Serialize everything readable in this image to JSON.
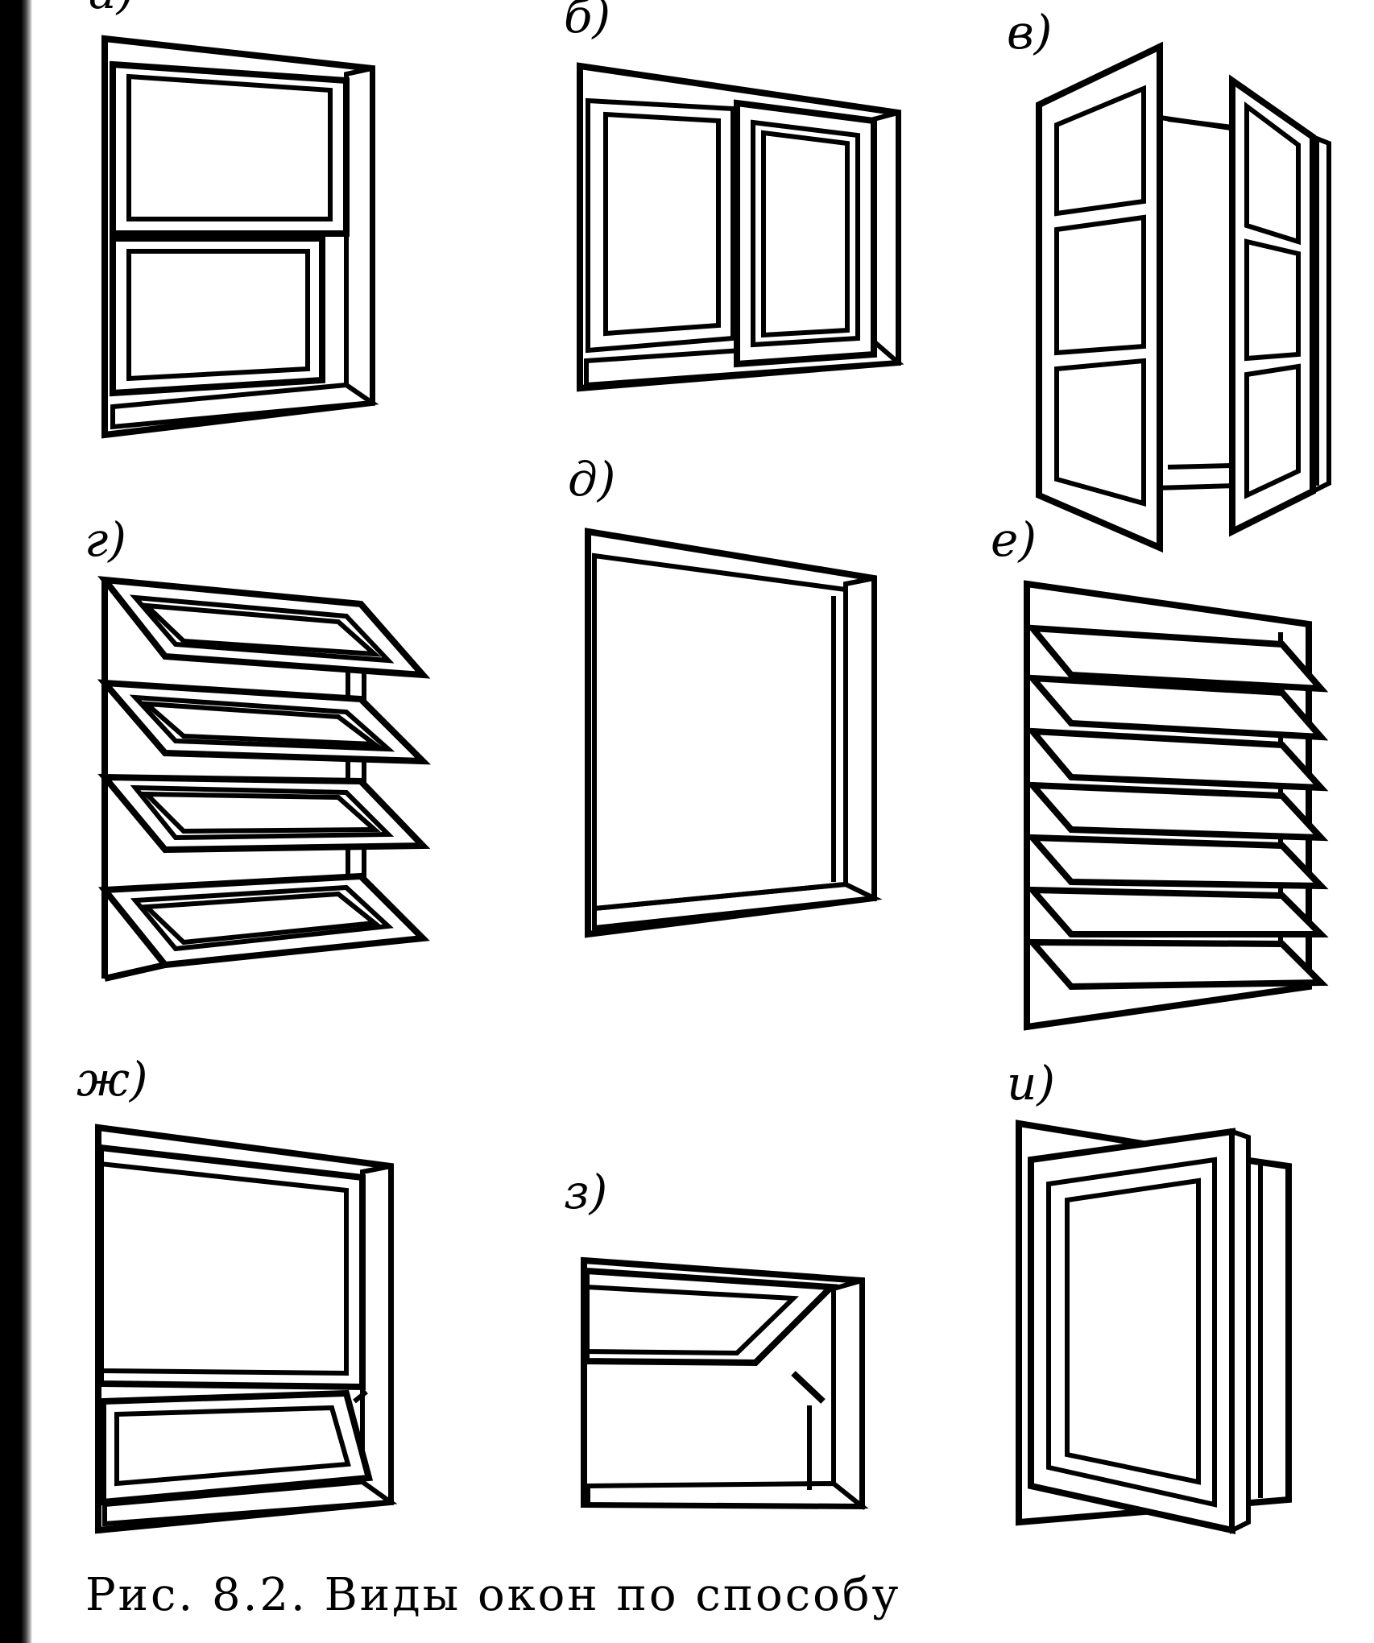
{
  "figure": {
    "panels": [
      {
        "id": "a",
        "label": "а)"
      },
      {
        "id": "b",
        "label": "б)"
      },
      {
        "id": "v",
        "label": "в)"
      },
      {
        "id": "g",
        "label": "г)"
      },
      {
        "id": "d",
        "label": "д)"
      },
      {
        "id": "e",
        "label": "е)"
      },
      {
        "id": "zh",
        "label": "ж)"
      },
      {
        "id": "z",
        "label": "з)"
      },
      {
        "id": "i",
        "label": "и)"
      }
    ],
    "caption": "Рис. 8.2. Виды окон по способу"
  }
}
